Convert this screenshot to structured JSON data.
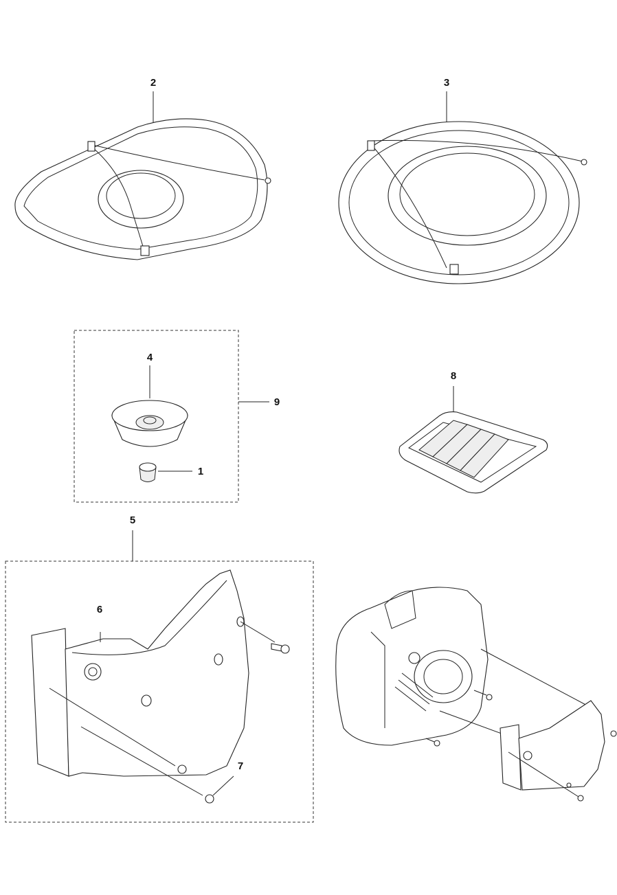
{
  "diagram": {
    "labels": {
      "part2": "2",
      "part3": "3",
      "part4": "4",
      "part9": "9",
      "part8": "8",
      "part1": "1",
      "part5": "5",
      "part6": "6",
      "part7": "7"
    }
  }
}
